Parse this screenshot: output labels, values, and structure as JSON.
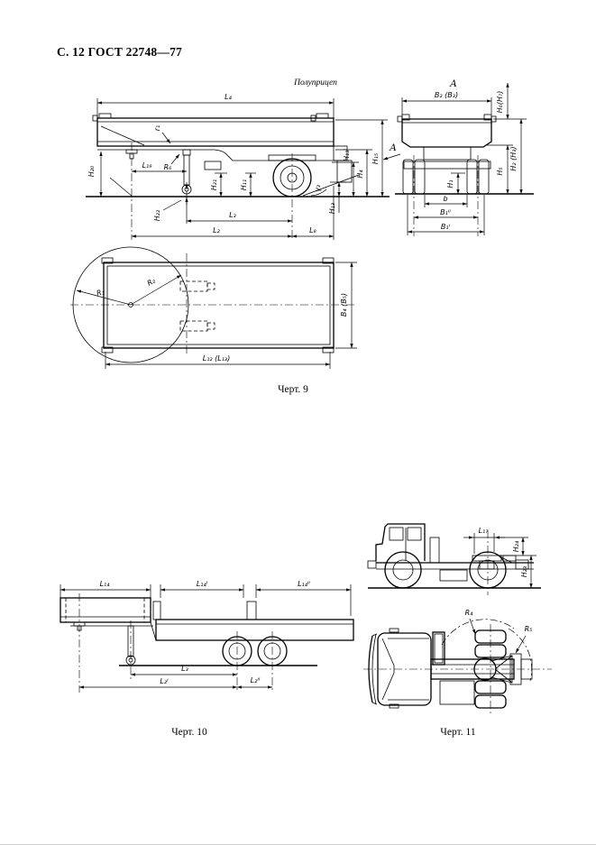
{
  "page": {
    "header": "С. 12 ГОСТ 22748—77"
  },
  "fig9": {
    "title": "Полуприцеп",
    "caption": "Черт. 9",
    "view_arrow_label": "А",
    "rear_view_title": "А",
    "side_dims": {
      "l4": "L₄",
      "r1": "r₁",
      "h20": "H₂₀",
      "l19": "L₁₉",
      "r6": "R₆",
      "h22": "H₂₂",
      "h21": "H₂₁",
      "h11": "H₁₁",
      "gamma3": "γ₃",
      "h13": "H₁₃",
      "h13i": "H₁₃ᴵ",
      "h4": "H₄",
      "h15": "H₁₅",
      "l3": "L₃",
      "l2": "L₂",
      "l8": "L₈"
    },
    "rear_dims": {
      "b2": "B₂ (B₃)",
      "h6": "H₆(H₇)",
      "h2": "H₂ (H₃)",
      "h5": "H₅",
      "h1": "H₁",
      "b": "b",
      "b1ii": "B₁ᴵᴵ",
      "b1i": "B₁ᴵ"
    },
    "plan_dims": {
      "r1": "R₁",
      "r2": "R₂",
      "b4": "B₄ (B₅)",
      "l12": "L₁₂ (L₁₃)"
    }
  },
  "fig10": {
    "caption": "Черт. 10",
    "dims": {
      "l14": "L₁₄",
      "l14i": "L₁₄ᴵ",
      "l14ii": "L₁₄ᴵᴵ",
      "l3": "L₃",
      "l2i": "L₂ᴵ",
      "l2ii": "L₂ᴵᴵ"
    }
  },
  "fig11": {
    "caption": "Черт. 11",
    "dims": {
      "l17": "L₁₇",
      "h24": "H₂₄",
      "h23": "H₂₃",
      "r4": "R₄",
      "r5": "R₅"
    }
  }
}
